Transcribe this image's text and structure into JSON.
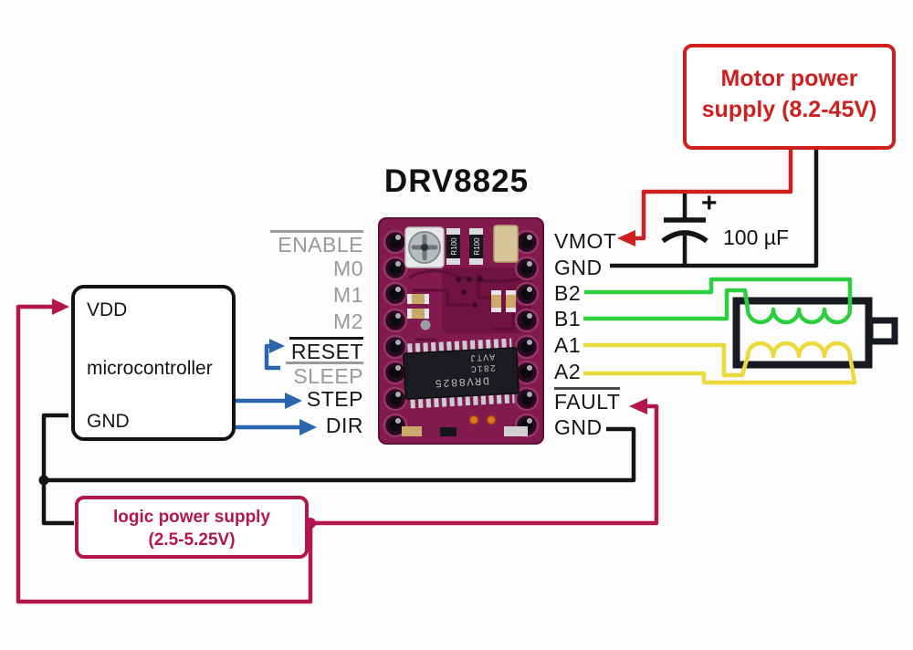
{
  "title": "DRV8825",
  "driver_pins": {
    "left": [
      {
        "label": "ENABLE",
        "overline": true,
        "muted": true
      },
      {
        "label": "M0",
        "overline": false,
        "muted": true
      },
      {
        "label": "M1",
        "overline": false,
        "muted": true
      },
      {
        "label": "M2",
        "overline": false,
        "muted": true
      },
      {
        "label": "RESET",
        "overline": true,
        "muted": false
      },
      {
        "label": "SLEEP",
        "overline": true,
        "muted": true
      },
      {
        "label": "STEP",
        "overline": false,
        "muted": false
      },
      {
        "label": "DIR",
        "overline": false,
        "muted": false
      }
    ],
    "right": [
      {
        "label": "VMOT",
        "overline": false
      },
      {
        "label": "GND",
        "overline": false
      },
      {
        "label": "B2",
        "overline": false
      },
      {
        "label": "B1",
        "overline": false
      },
      {
        "label": "A1",
        "overline": false
      },
      {
        "label": "A2",
        "overline": false
      },
      {
        "label": "FAULT",
        "overline": true
      },
      {
        "label": "GND",
        "overline": false
      }
    ]
  },
  "microcontroller": {
    "top_pin": "VDD",
    "name": "microcontroller",
    "bottom_pin": "GND"
  },
  "motor_power_supply": {
    "line1": "Motor power",
    "line2": "supply (8.2-45V)"
  },
  "logic_power_supply": {
    "line1": "logic power supply",
    "line2": "(2.5-5.25V)"
  },
  "capacitor": {
    "polarity": "+",
    "value": "100 µF"
  },
  "board": {
    "chip_marking": [
      "DRV8825",
      "281C",
      "AVTJ"
    ],
    "resistor_marking": "R100"
  },
  "palette": {
    "wire_red": "#cf2020",
    "wire_crimson": "#b3164f",
    "wire_blue": "#2a65ad",
    "wire_green": "#2dcf3f",
    "wire_yellow": "#ecd93c",
    "wire_black": "#141414",
    "pin_muted": "#9a9a9a",
    "board_purple": "#821a4e"
  }
}
